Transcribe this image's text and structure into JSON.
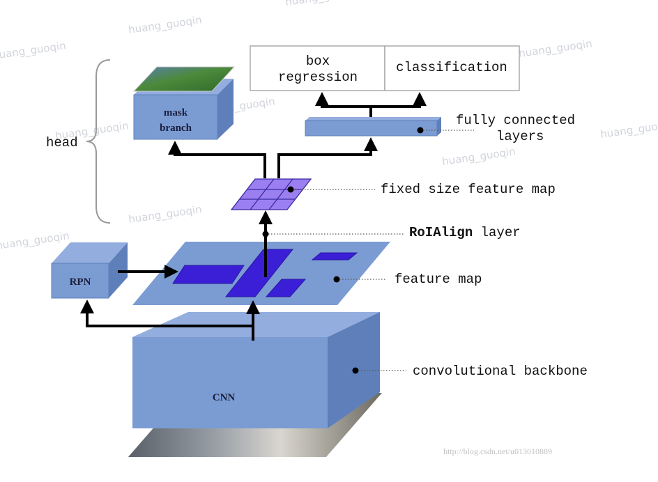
{
  "title": "Mask R-CNN architecture diagram",
  "labels": {
    "head": "head",
    "box_regression_line1": "box",
    "box_regression_line2": "regression",
    "classification": "classification",
    "fully_connected_line1": "fully connected",
    "fully_connected_line2": "layers",
    "fixed_size_feature_map": "fixed size feature map",
    "roialign_bold": "RoIAlign",
    "roialign_rest": " layer",
    "feature_map": "feature map",
    "convolutional_backbone": "convolutional backbone"
  },
  "blocks": {
    "mask_branch_line1": "mask",
    "mask_branch_line2": "branch",
    "rpn": "RPN",
    "cnn": "CNN"
  },
  "colors": {
    "block_front": "#7b9bd3",
    "block_top": "#93addf",
    "block_side": "#5f7fba",
    "roi_region": "#3a1fd6",
    "fixed_map": "#9b7ff0",
    "arrow": "#000000"
  },
  "watermarks": [
    "huang_guoqin",
    "huang_guoqin",
    "huang_guoqin",
    "huang_guoqin",
    "huang_guoqin",
    "huang_guoqin",
    "huang_guoqin",
    "huang_guoqin",
    "huang_guoqin",
    "huang_guoqin"
  ],
  "source_url": "http://blog.csdn.net/u013010889"
}
